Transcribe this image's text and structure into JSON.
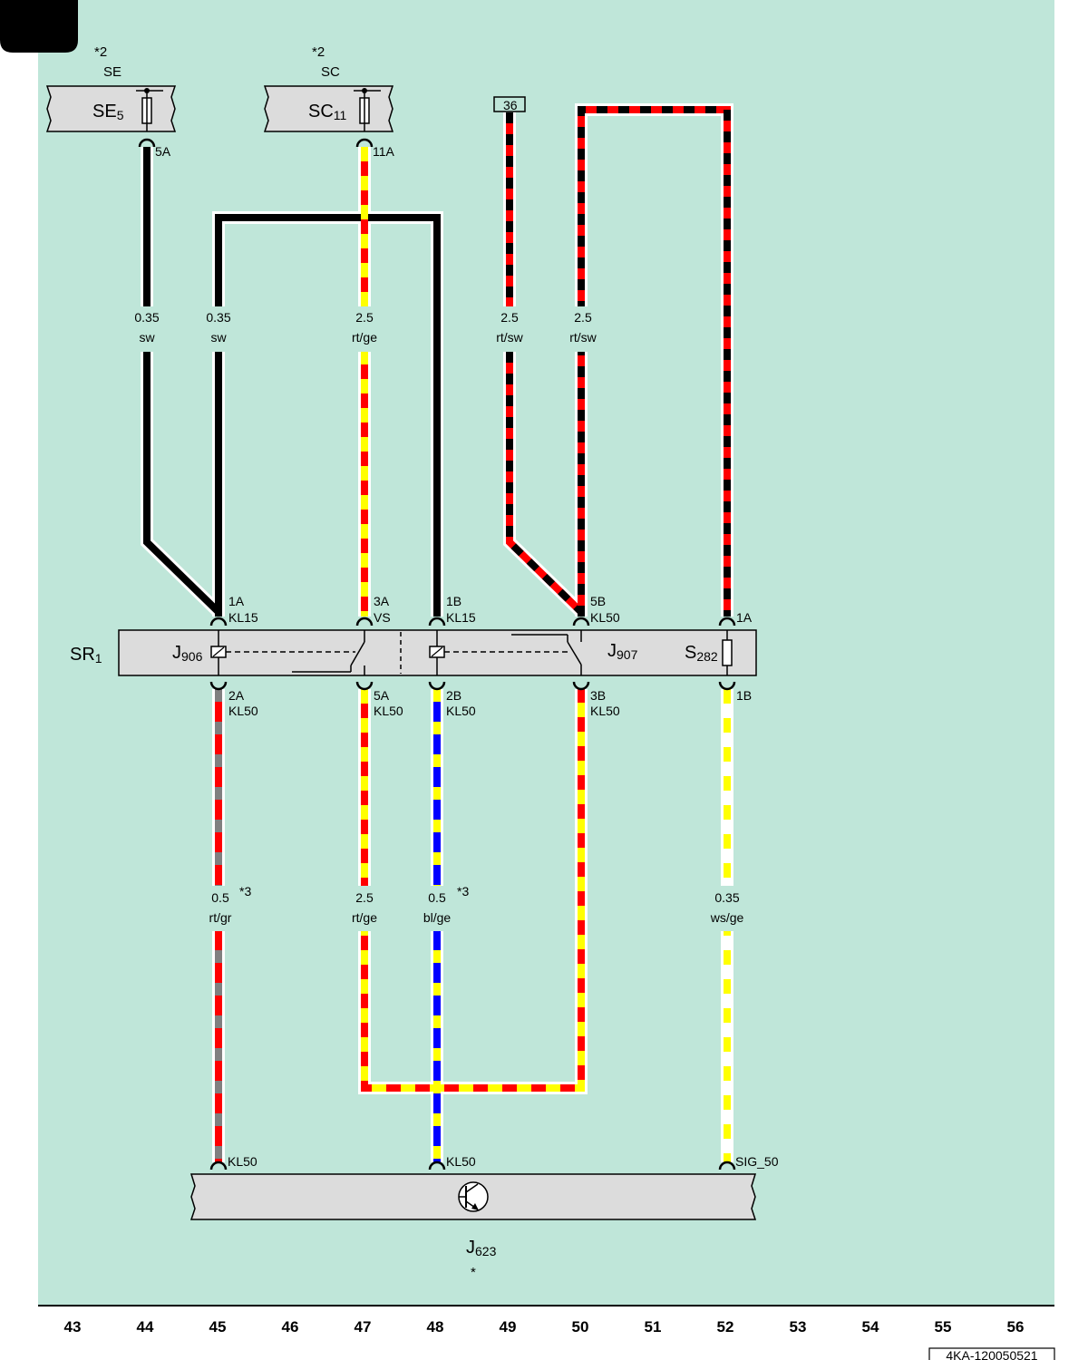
{
  "diagram": {
    "doc_id": "4KA-120050521",
    "columns": [
      "43",
      "44",
      "45",
      "46",
      "47",
      "48",
      "49",
      "50",
      "51",
      "52",
      "53",
      "54",
      "55",
      "56"
    ],
    "colors": {
      "background": "#bfe6d9",
      "sw": "#000000",
      "rt": "#ff0000",
      "ge": "#ffff00",
      "bl": "#0000ff",
      "gr": "#808080",
      "ws": "#ffffff"
    },
    "fuse_boxes": {
      "se": {
        "note": "*2",
        "code": "SE",
        "name_main": "SE",
        "name_sub": "5",
        "pin": "5A"
      },
      "sc": {
        "note": "*2",
        "code": "SC",
        "name_main": "SC",
        "name_sub": "11",
        "pin": "11A"
      }
    },
    "ref_36": "36",
    "wires": {
      "w44": {
        "size": "0.35",
        "color": "sw"
      },
      "w45": {
        "size": "0.35",
        "color": "sw"
      },
      "w47": {
        "size": "2.5",
        "color": "rt/ge"
      },
      "w49": {
        "size": "2.5",
        "color": "rt/sw"
      },
      "w50": {
        "size": "2.5",
        "color": "rt/sw"
      },
      "w45b": {
        "size": "0.5",
        "color": "rt/gr",
        "note": "*3"
      },
      "w47b": {
        "size": "2.5",
        "color": "rt/ge"
      },
      "w48b": {
        "size": "0.5",
        "color": "bl/ge",
        "note": "*3"
      },
      "w52b": {
        "size": "0.35",
        "color": "ws/ge"
      }
    },
    "relay_box": {
      "name_main": "SR",
      "name_sub": "1",
      "j906_main": "J",
      "j906_sub": "906",
      "j907_main": "J",
      "j907_sub": "907",
      "s282_main": "S",
      "s282_sub": "282"
    },
    "pins_top": [
      {
        "pin": "1A",
        "sig": "KL15"
      },
      {
        "pin": "3A",
        "sig": "VS"
      },
      {
        "pin": "1B",
        "sig": "KL15"
      },
      {
        "pin": "5B",
        "sig": "KL50"
      },
      {
        "pin": "1A",
        "sig": ""
      }
    ],
    "pins_bottom": [
      {
        "pin": "2A",
        "sig": "KL50"
      },
      {
        "pin": "5A",
        "sig": "KL50"
      },
      {
        "pin": "2B",
        "sig": "KL50"
      },
      {
        "pin": "3B",
        "sig": "KL50"
      },
      {
        "pin": "1B",
        "sig": ""
      }
    ],
    "ecu": {
      "name_main": "J",
      "name_sub": "623",
      "note": "*",
      "pin_45": "KL50",
      "pin_48": "KL50",
      "pin_52": "SIG_50"
    }
  }
}
